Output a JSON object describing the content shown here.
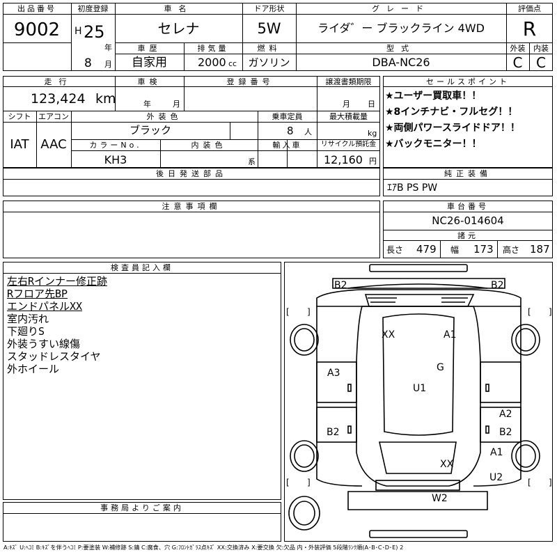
{
  "header": {
    "lot_label": "出品番号",
    "lot_no": "9002",
    "first_reg_label": "初度登録",
    "era": "H",
    "year": "25",
    "year_unit": "年",
    "month": "8",
    "month_unit": "月",
    "car_name_label": "車名",
    "car_name": "セレナ",
    "door_label": "ドア形状",
    "door": "5W",
    "grade_label": "グレード",
    "grade": "ライダ゛ー ブラックライン 4WD",
    "score_label": "評価点",
    "score": "R",
    "history_label": "車歴",
    "history": "自家用",
    "displacement_label": "排気量",
    "displacement": "2000",
    "displacement_unit": "cc",
    "fuel_label": "燃料",
    "fuel": "ガソリン",
    "model_label": "型式",
    "model": "DBA-NC26",
    "exterior_label": "外装",
    "exterior": "C",
    "interior_label": "内装",
    "interior": "C"
  },
  "row2": {
    "mileage_label": "走行",
    "mileage": "123,424",
    "mileage_unit": "km",
    "inspection_label": "車検",
    "insp_year_unit": "年",
    "insp_month_unit": "月",
    "reg_label": "登録番号",
    "transfer_label": "譲渡書類期限",
    "tr_month_unit": "月",
    "tr_day_unit": "日",
    "shift_label": "シフト",
    "shift": "IAT",
    "ac_label": "エアコン",
    "ac": "AAC",
    "ext_color_label": "外装色",
    "ext_color": "ブラック",
    "capacity_label": "乗車定員",
    "capacity": "8",
    "capacity_unit": "人",
    "load_label": "最大積載量",
    "load_unit": "kg",
    "color_no_label": "カラーNo.",
    "color_no": "KH3",
    "int_color_label": "内装色",
    "int_color_unit": "系",
    "import_label": "輸入車",
    "recycle_label": "リサイクル預託金",
    "recycle": "12,160",
    "recycle_unit": "円",
    "later_parts_label": "後日発送部品"
  },
  "sales": {
    "label": "セールスポイント",
    "items": [
      "★ユーザー買取車！！",
      "★8インチナビ・フルセグ！！",
      "★両側パワースライドドア！！",
      "★バックモニター！！"
    ]
  },
  "equipment": {
    "label": "純正装備",
    "value": "ｴｱB PS PW"
  },
  "notes": {
    "label": "注意事項欄"
  },
  "chassis": {
    "label": "車台番号",
    "value": "NC26-014604"
  },
  "dims": {
    "label": "諸元",
    "length_label": "長さ",
    "length": "479",
    "width_label": "幅",
    "width": "173",
    "height_label": "高さ",
    "height": "187"
  },
  "inspector": {
    "label": "検査員記入欄",
    "lines": [
      "左右Rインナー修正跡",
      "Rフロア先BP",
      "エンドパネルXX",
      "室内汚れ",
      "下廻りS",
      "外装うすい線傷",
      "スタッドレスタイヤ",
      "外ホイール"
    ]
  },
  "diagram": {
    "marks": [
      "B2",
      "B2",
      "XX",
      "A1",
      "G",
      "A3",
      "U1",
      "A2",
      "B2",
      "B2",
      "A1",
      "XX",
      "U2",
      "W2"
    ]
  },
  "office": {
    "label": "事務局よりご案内"
  },
  "legend": "A:ｷｽﾞ U:ﾍｺﾐ B:ｷｽﾞを伴うﾍｺﾐ P:要塗装 W:補修跡 S:錆 C:腐食、穴 G:ﾌﾛﾝﾄｶﾞﾗｽ点ｷｽﾞ XX:交換済み X:要交換 欠:欠品 内・外装評価 5段階ﾗﾝｸ順(A･B･C･D･E) 2"
}
